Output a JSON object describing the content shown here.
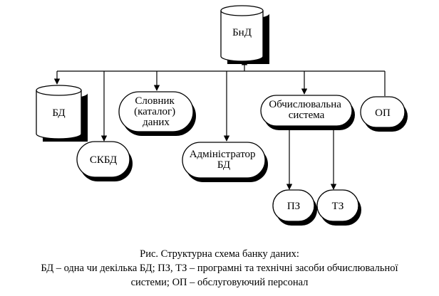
{
  "diagram": {
    "nodes": {
      "bnd": "БнД",
      "bd": "БД",
      "skbd": "СКБД",
      "slovnyk": [
        "Словник",
        "(каталог)",
        "даних"
      ],
      "admin": [
        "Адміністратор",
        "БД"
      ],
      "obch": [
        "Обчислювальна",
        "система"
      ],
      "op": "ОП",
      "pz": "ПЗ",
      "tz": "ТЗ"
    }
  },
  "caption": {
    "line1": "Рис. Структурна схема банку даних:",
    "line2": "БД – одна чи декілька БД; ПЗ, ТЗ – програмні та технічні засоби обчислювальної",
    "line3": "системи; ОП –  обслуговуючий персонал"
  }
}
